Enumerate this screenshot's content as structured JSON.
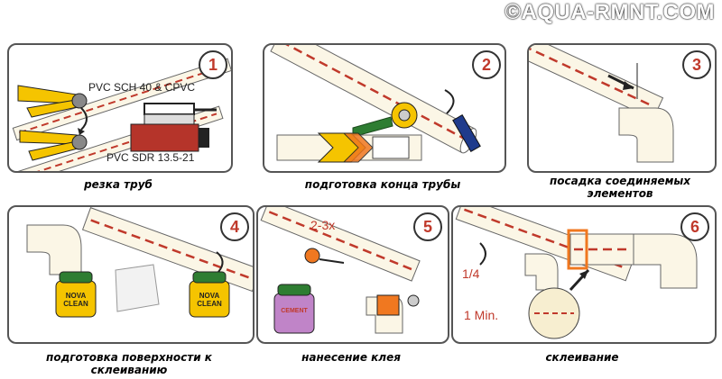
{
  "watermark": "©AQUA-RMNT.COM",
  "steps": [
    {
      "number": "1",
      "caption": "резка труб",
      "labels": {
        "top": "PVC SCH 40  &  CPVC",
        "bottom": "PVC SDR 13.5-21"
      }
    },
    {
      "number": "2",
      "caption": "подготовка конца трубы"
    },
    {
      "number": "3",
      "caption": "посадка соединяемых элементов"
    },
    {
      "number": "4",
      "caption": "подготовка поверхности к склеиванию",
      "cans": [
        "NOVA CLEAN",
        "NOVA CLEAN"
      ]
    },
    {
      "number": "5",
      "caption": "нанесение клея",
      "labels": {
        "times": "2-3x"
      },
      "can": "CEMENT"
    },
    {
      "number": "6",
      "caption": "склеивание",
      "labels": {
        "quarter": "1/4",
        "time": "1 Min."
      }
    }
  ],
  "colors": {
    "accent_red": "#c0392b",
    "orange": "#f07820",
    "yellow": "#f5c400",
    "pipe": "#fbf6e6",
    "blue": "#1f3b8c",
    "green": "#2e7d32"
  }
}
